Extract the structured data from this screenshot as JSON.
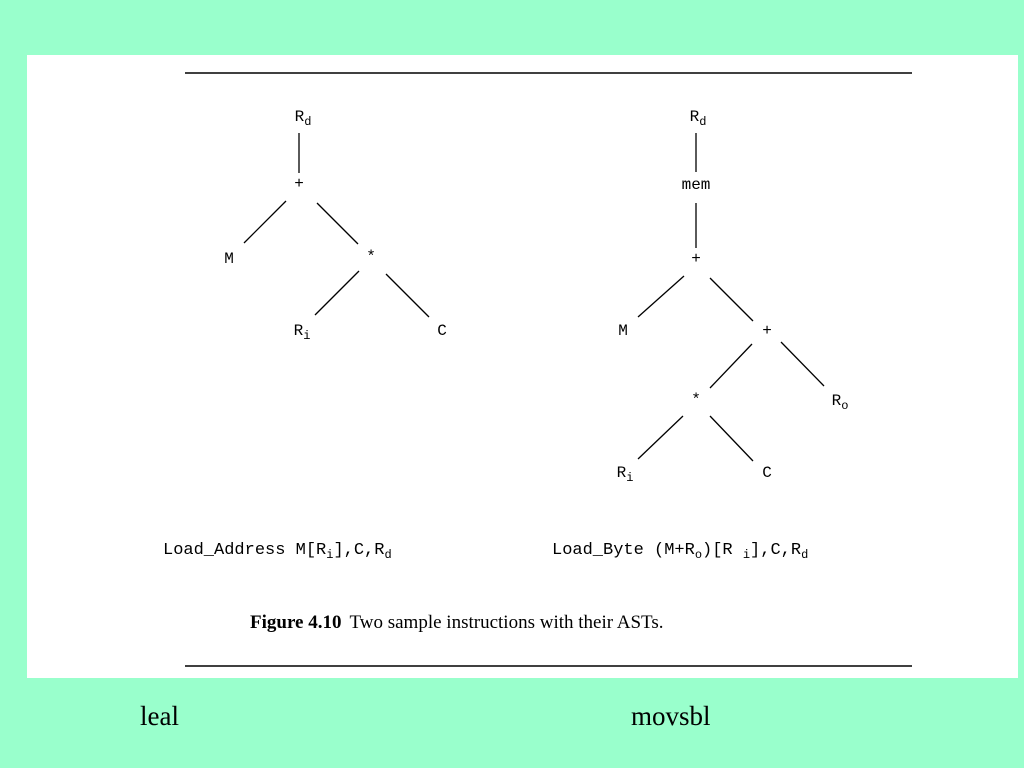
{
  "figure": {
    "left_tree": {
      "nodes": [
        {
          "id": "rd",
          "text": "R",
          "sub": "d"
        },
        {
          "id": "plus",
          "text": "+",
          "sub": ""
        },
        {
          "id": "m",
          "text": "M",
          "sub": ""
        },
        {
          "id": "times",
          "text": "*",
          "sub": ""
        },
        {
          "id": "ri",
          "text": "R",
          "sub": "i"
        },
        {
          "id": "c",
          "text": "C",
          "sub": ""
        }
      ],
      "edges": [
        [
          "rd",
          "plus"
        ],
        [
          "plus",
          "m"
        ],
        [
          "plus",
          "times"
        ],
        [
          "times",
          "ri"
        ],
        [
          "times",
          "c"
        ]
      ]
    },
    "right_tree": {
      "nodes": [
        {
          "id": "rd",
          "text": "R",
          "sub": "d"
        },
        {
          "id": "mem",
          "text": "mem",
          "sub": ""
        },
        {
          "id": "plus1",
          "text": "+",
          "sub": ""
        },
        {
          "id": "m",
          "text": "M",
          "sub": ""
        },
        {
          "id": "plus2",
          "text": "+",
          "sub": ""
        },
        {
          "id": "times",
          "text": "*",
          "sub": ""
        },
        {
          "id": "ro",
          "text": "R",
          "sub": "o"
        },
        {
          "id": "ri",
          "text": "R",
          "sub": "i"
        },
        {
          "id": "c",
          "text": "C",
          "sub": ""
        }
      ],
      "edges": [
        [
          "rd",
          "mem"
        ],
        [
          "mem",
          "plus1"
        ],
        [
          "plus1",
          "m"
        ],
        [
          "plus1",
          "plus2"
        ],
        [
          "plus2",
          "times"
        ],
        [
          "plus2",
          "ro"
        ],
        [
          "times",
          "ri"
        ],
        [
          "times",
          "c"
        ]
      ]
    },
    "left_instruction": [
      {
        "text": "Load_Address M[R"
      },
      {
        "sub": "i"
      },
      {
        "text": "],C,R"
      },
      {
        "sub": "d"
      }
    ],
    "right_instruction": [
      {
        "text": "Load_Byte (M+R"
      },
      {
        "sub": "o"
      },
      {
        "text": ")[R "
      },
      {
        "sub": "i"
      },
      {
        "text": "],C,R"
      },
      {
        "sub": "d"
      }
    ],
    "caption": {
      "label": "Figure 4.10",
      "text": "Two sample instructions with their ASTs."
    }
  },
  "labels": {
    "left": "leal",
    "right": "movsbl"
  }
}
